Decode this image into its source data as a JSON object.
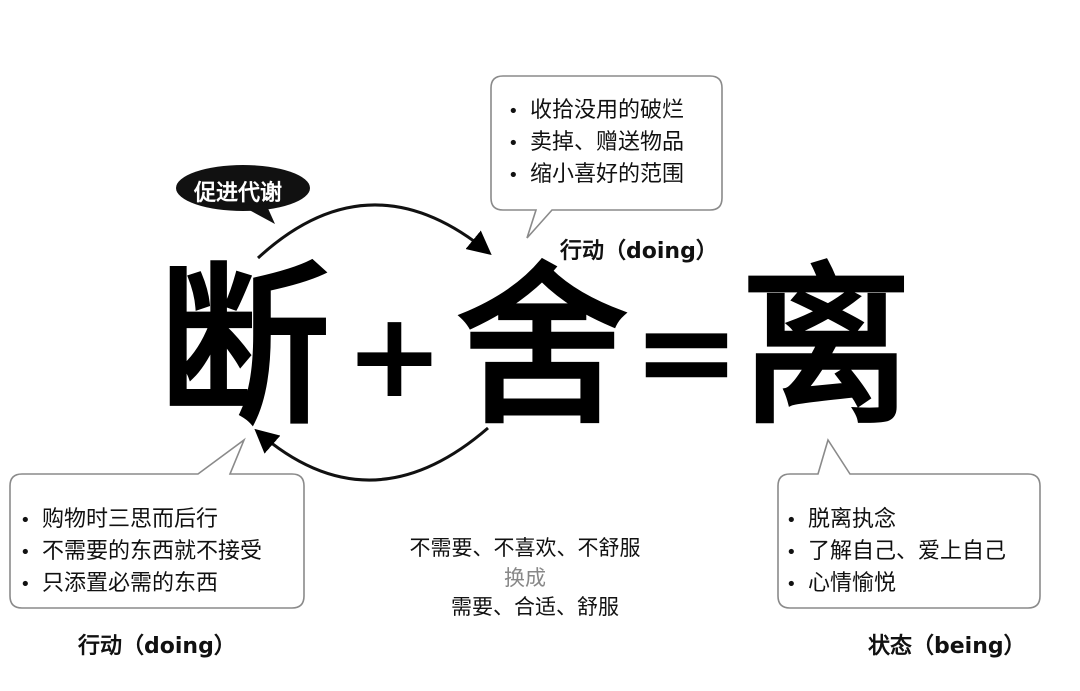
{
  "equation": {
    "term1": "断",
    "plus": "+",
    "term2": "舍",
    "equals": "=",
    "result": "离"
  },
  "speech_tag": "促进代谢",
  "top_bubble": {
    "items": [
      "收拾没用的破烂",
      "卖掉、赠送物品",
      "缩小喜好的范围"
    ],
    "caption": "行动（doing）"
  },
  "left_bubble": {
    "items": [
      "购物时三思而后行",
      "不需要的东西就不接受",
      "只添置必需的东西"
    ],
    "caption": "行动（doing）"
  },
  "right_bubble": {
    "items": [
      "脱离执念",
      "了解自己、爱上自己",
      "心情愉悦"
    ],
    "caption": "状态（being）"
  },
  "center": {
    "line1": "不需要、不喜欢、不舒服",
    "line2": "换成",
    "line3": "需要、合适、舒服"
  },
  "bullet_char": "•",
  "colors": {
    "ink": "#000000",
    "bubble_border": "#888888",
    "muted": "#888888"
  }
}
